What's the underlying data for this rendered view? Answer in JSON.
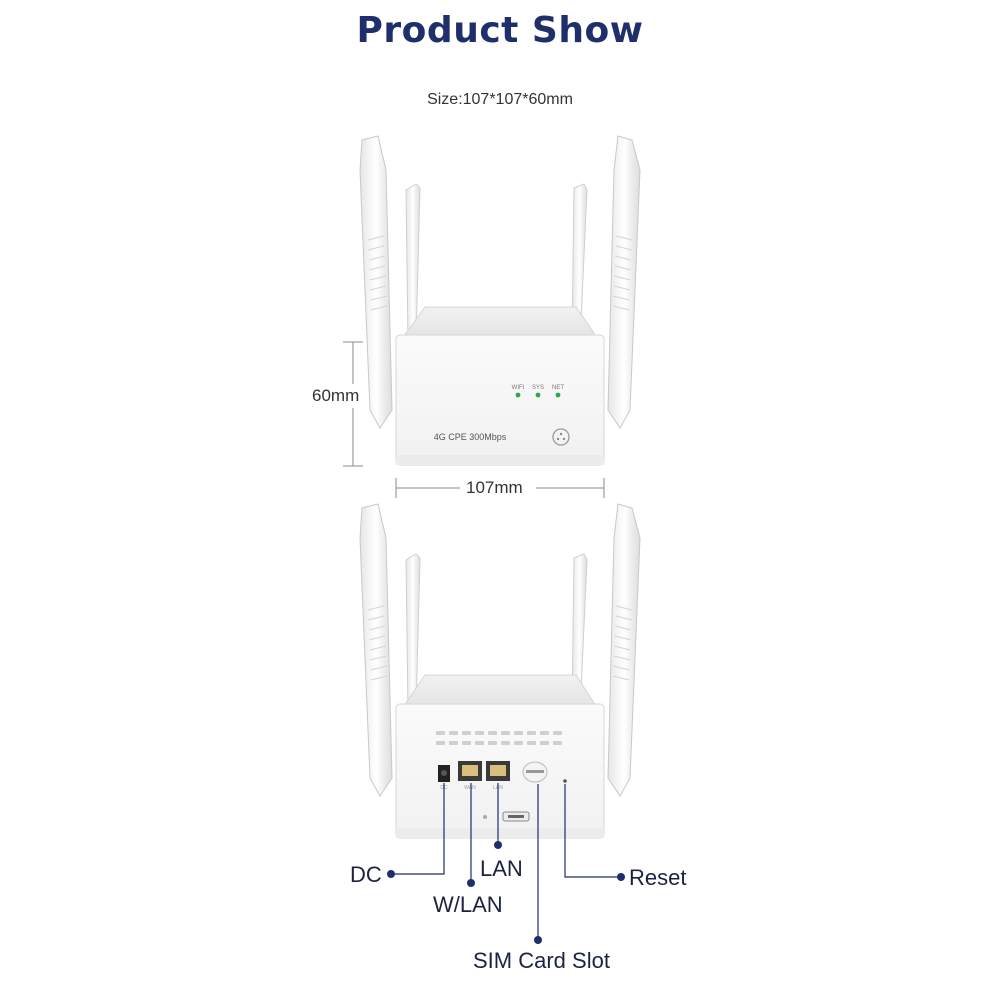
{
  "title": "Product Show",
  "size_text": "Size:107*107*60mm",
  "front": {
    "height_label": "60mm",
    "width_label": "107mm",
    "model_text": "4G CPE 300Mbps",
    "leds": [
      "WIFI",
      "SYS",
      "NET"
    ]
  },
  "back": {
    "port_labels": {
      "wan": "WAN",
      "lan": "LAN",
      "dc": "DC"
    },
    "callouts": {
      "dc": "DC",
      "wlan": "W/LAN",
      "lan": "LAN",
      "sim": "SIM Card Slot",
      "reset": "Reset"
    }
  },
  "colors": {
    "title": "#1e2f6b",
    "callout_line": "#1e2f6b",
    "led": "#2ea84a",
    "body": "#f6f6f6"
  }
}
